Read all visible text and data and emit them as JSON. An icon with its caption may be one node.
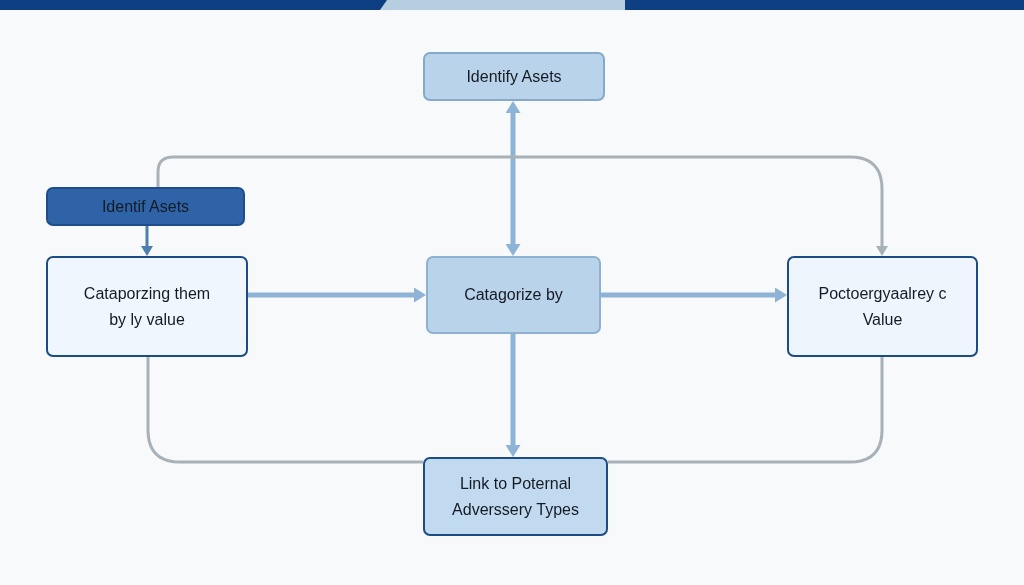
{
  "diagram": {
    "nodes": [
      {
        "text": [
          "Identify Asets"
        ]
      },
      {
        "text": [
          "Identif Asets"
        ]
      },
      {
        "text": [
          "Cataporzing them by ly value"
        ]
      },
      {
        "text": [
          "Catagorize by"
        ]
      },
      {
        "text": [
          "Poctoergyaalrey c Value"
        ]
      },
      {
        "text": [
          "Link to Poternal Adverssery Types"
        ]
      }
    ],
    "edges": [
      {
        "from": 1,
        "to": 2,
        "arrow": "to",
        "color": "#4f7eb0"
      },
      {
        "from": 2,
        "to": 3,
        "arrow": "to"
      },
      {
        "from": 3,
        "to": 4,
        "arrow": "to"
      },
      {
        "from": 0,
        "to": 3,
        "arrow": "both"
      },
      {
        "from": 3,
        "to": 5,
        "arrow": "to"
      },
      {
        "from": 1,
        "to": 4,
        "arrow": "to",
        "color": "#a8b0b8"
      },
      {
        "from": 2,
        "to": 5,
        "arrow": "none",
        "color": "#a8b0b8"
      },
      {
        "from": 5,
        "to": 4,
        "arrow": "none",
        "color": "#a8b0b8"
      }
    ]
  }
}
